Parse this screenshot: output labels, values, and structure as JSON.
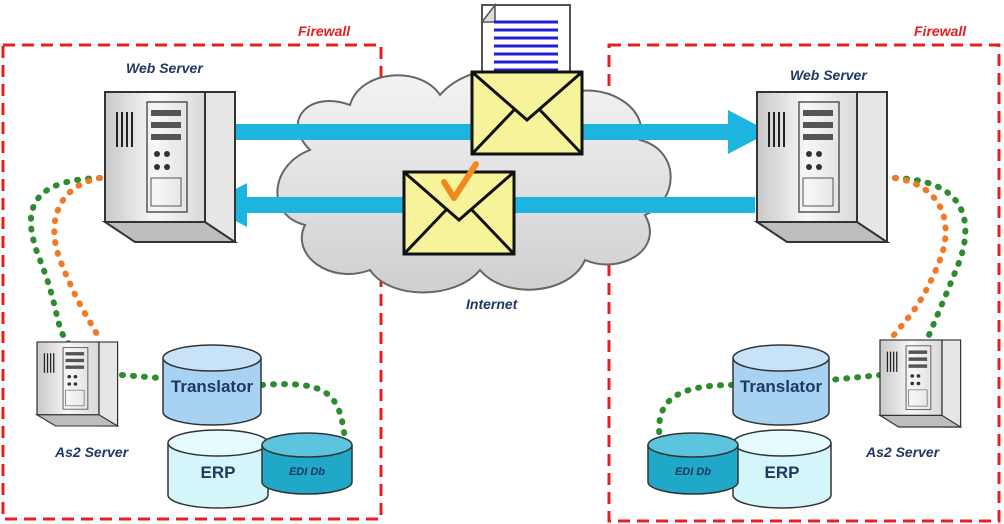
{
  "labels": {
    "firewall_left": "Firewall",
    "firewall_right": "Firewall",
    "web_server_left": "Web Server",
    "web_server_right": "Web Server",
    "internet": "Internet",
    "as2_left": "As2 Server",
    "as2_right": "As2 Server",
    "translator_left": "Translator",
    "translator_right": "Translator",
    "erp_left": "ERP",
    "erp_right": "ERP",
    "edidb_left": "EDI Db",
    "edidb_right": "EDI Db"
  },
  "colors": {
    "firewall": "#e41f1f",
    "arrow": "#1eb4e0",
    "link_green": "#2e8b2e",
    "link_orange": "#f07a28",
    "envelope": "#f7f39a",
    "db_light": "#a8d2f2",
    "db_erp": "#d4f6fb",
    "db_edi": "#1fa8c8",
    "label_text": "#1f3864",
    "checkmark": "#f08a1e"
  },
  "icons": {
    "server": "tower-server-icon",
    "envelope": "mail-envelope-icon",
    "document": "document-icon",
    "cloud": "cloud-icon",
    "database": "database-cylinder-icon",
    "check": "checkmark-icon"
  }
}
